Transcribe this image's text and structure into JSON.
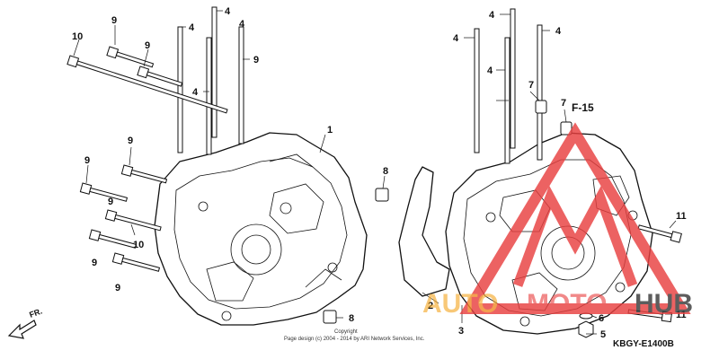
{
  "callouts": [
    {
      "id": "c1",
      "label": "9"
    },
    {
      "id": "c2",
      "label": "4"
    },
    {
      "id": "c3",
      "label": "10"
    },
    {
      "id": "c4",
      "label": "9"
    },
    {
      "id": "c5",
      "label": "4"
    },
    {
      "id": "c6",
      "label": "9"
    },
    {
      "id": "c7",
      "label": "4"
    },
    {
      "id": "c8",
      "label": "4"
    },
    {
      "id": "c9",
      "label": "1"
    },
    {
      "id": "c10",
      "label": "9"
    },
    {
      "id": "c11",
      "label": "9"
    },
    {
      "id": "c12",
      "label": "8"
    },
    {
      "id": "c13",
      "label": "9"
    },
    {
      "id": "c14",
      "label": "10"
    },
    {
      "id": "c15",
      "label": "9"
    },
    {
      "id": "c16",
      "label": "9"
    },
    {
      "id": "c17",
      "label": "8"
    },
    {
      "id": "c18",
      "label": "4"
    },
    {
      "id": "c19",
      "label": "4"
    },
    {
      "id": "c20",
      "label": "4"
    },
    {
      "id": "c21",
      "label": "4"
    },
    {
      "id": "c22",
      "label": "7"
    },
    {
      "id": "c23",
      "label": "7"
    },
    {
      "id": "c24",
      "label": "11"
    },
    {
      "id": "c25",
      "label": "2"
    },
    {
      "id": "c26",
      "label": "3"
    },
    {
      "id": "c27",
      "label": "6"
    },
    {
      "id": "c28",
      "label": "5"
    },
    {
      "id": "c29",
      "label": "11"
    }
  ],
  "reference_label": "F-15",
  "diagram_code": "KBGY-E1400B",
  "direction_label": "FR.",
  "copyright_line1": "Copyright",
  "copyright_line2": "Page design (c) 2004 - 2014 by ARI Network Services, Inc.",
  "watermark": {
    "text_a": "AUTO",
    "text_b": "MOTO",
    "text_c": "HUB",
    "accent": "#e84040",
    "orange": "#f5a623",
    "dark": "#3a3a3a"
  }
}
